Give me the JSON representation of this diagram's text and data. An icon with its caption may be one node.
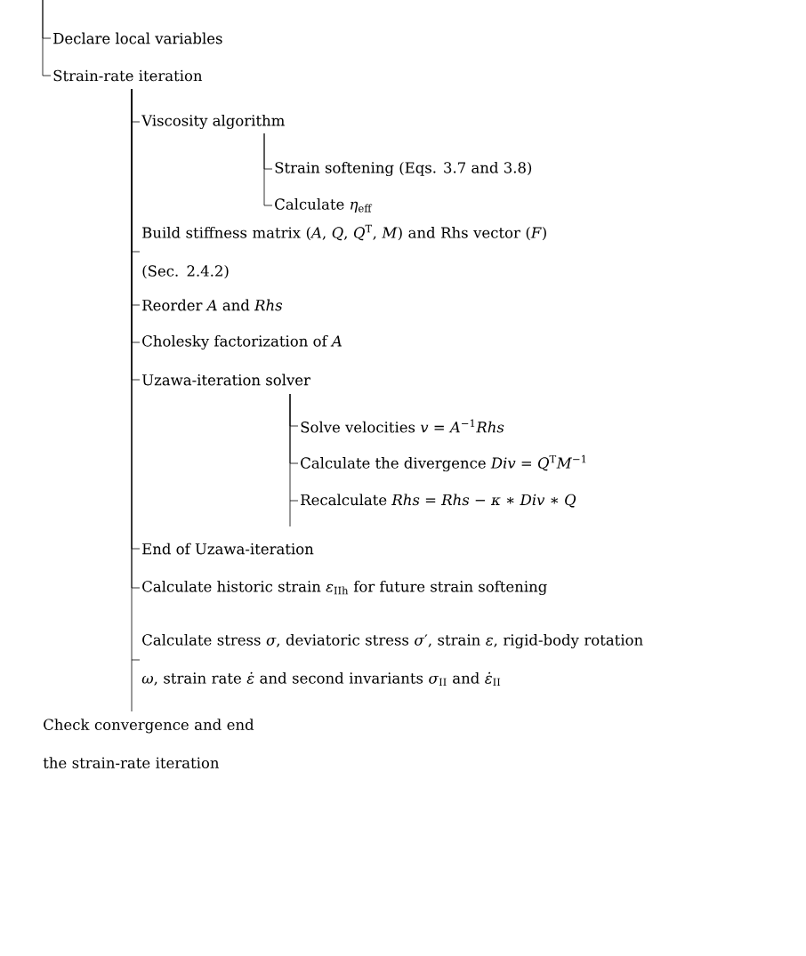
{
  "diagram": {
    "nodes": [
      {
        "text": [
          "Declare local variables"
        ]
      },
      {
        "text": [
          "Strain-rate iteration"
        ]
      },
      {
        "text": [
          "Viscosity algorithm"
        ]
      },
      {
        "text": [
          "Strain softening (Eqs. 3.7 and 3.8)"
        ]
      },
      {
        "text": [
          "Calculate *η*$_{eff}$"
        ]
      },
      {
        "text": [
          "Build stiffness matrix (*A*, *Q*, *Q*$^{T}$, *M*) and Rhs vector (*F*) (Sec. 2.4.2)"
        ]
      },
      {
        "text": [
          "Reorder *A* and *Rhs*"
        ]
      },
      {
        "text": [
          "Cholesky factorization of *A*"
        ]
      },
      {
        "text": [
          "Uzawa-iteration solver"
        ]
      },
      {
        "text": [
          "Solve velocities *v* = *A*$^{−1}$*Rhs*"
        ]
      },
      {
        "text": [
          "Calculate the divergence *Div* = *Q*$^{T}$*M*$^{−1}$"
        ]
      },
      {
        "text": [
          "Recalculate *Rhs* = *Rhs* − *κ* ∗ *Div* ∗ *Q*"
        ]
      },
      {
        "text": [
          "End of Uzawa-iteration"
        ]
      },
      {
        "text": [
          "Calculate historic strain *ε*$_{IIh}$ for future strain softening"
        ]
      },
      {
        "text": [
          "Calculate stress *σ*, deviatoric stress *σ*′, strain *ε*, rigid-body rotation *ω*, strain rate *ε̇* and second invariants *σ*$_{II}$ and *ε̇*$_{II}$"
        ]
      }
    ],
    "edges": [
      {
        "from": null,
        "to": 0,
        "arrow": "none"
      },
      {
        "from": null,
        "to": 1,
        "arrow": "none"
      },
      {
        "from": 1,
        "to": 2,
        "arrow": "none"
      },
      {
        "from": 2,
        "to": 3,
        "arrow": "none"
      },
      {
        "from": 2,
        "to": 4,
        "arrow": "none"
      },
      {
        "from": 1,
        "to": 5,
        "arrow": "none"
      },
      {
        "from": 1,
        "to": 6,
        "arrow": "none"
      },
      {
        "from": 1,
        "to": 7,
        "arrow": "none"
      },
      {
        "from": 1,
        "to": 8,
        "arrow": "none"
      },
      {
        "from": 8,
        "to": 9,
        "arrow": "none"
      },
      {
        "from": 8,
        "to": 10,
        "arrow": "none"
      },
      {
        "from": 8,
        "to": 11,
        "arrow": "none"
      },
      {
        "from": 1,
        "to": 12,
        "arrow": "none"
      },
      {
        "from": 1,
        "to": 13,
        "arrow": "none"
      },
      {
        "from": 1,
        "to": 14,
        "arrow": "none"
      }
    ],
    "labels": [
      "Check convergence and end the strain-rate iteration"
    ]
  }
}
